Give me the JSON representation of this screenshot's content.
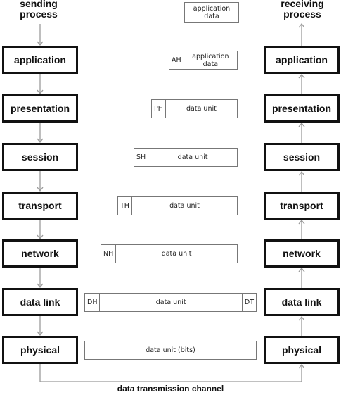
{
  "sending_title": "sending\nprocess",
  "receiving_title": "receiving\nprocess",
  "layers": [
    "application",
    "presentation",
    "session",
    "transport",
    "network",
    "data link",
    "physical"
  ],
  "top_packet": {
    "text": "application\ndata"
  },
  "packets": [
    {
      "header": "AH",
      "body": "application\ndata",
      "trailer": ""
    },
    {
      "header": "PH",
      "body": "data unit",
      "trailer": ""
    },
    {
      "header": "SH",
      "body": "data unit",
      "trailer": ""
    },
    {
      "header": "TH",
      "body": "data unit",
      "trailer": ""
    },
    {
      "header": "NH",
      "body": "data unit",
      "trailer": ""
    },
    {
      "header": "DH",
      "body": "data unit",
      "trailer": "DT"
    },
    {
      "header": "",
      "body": "data unit (bits)",
      "trailer": ""
    }
  ],
  "channel_label": "data transmission channel",
  "colors": {
    "box_border": "#111111",
    "arrow": "#9a9a9a",
    "packet_border": "#777777"
  }
}
